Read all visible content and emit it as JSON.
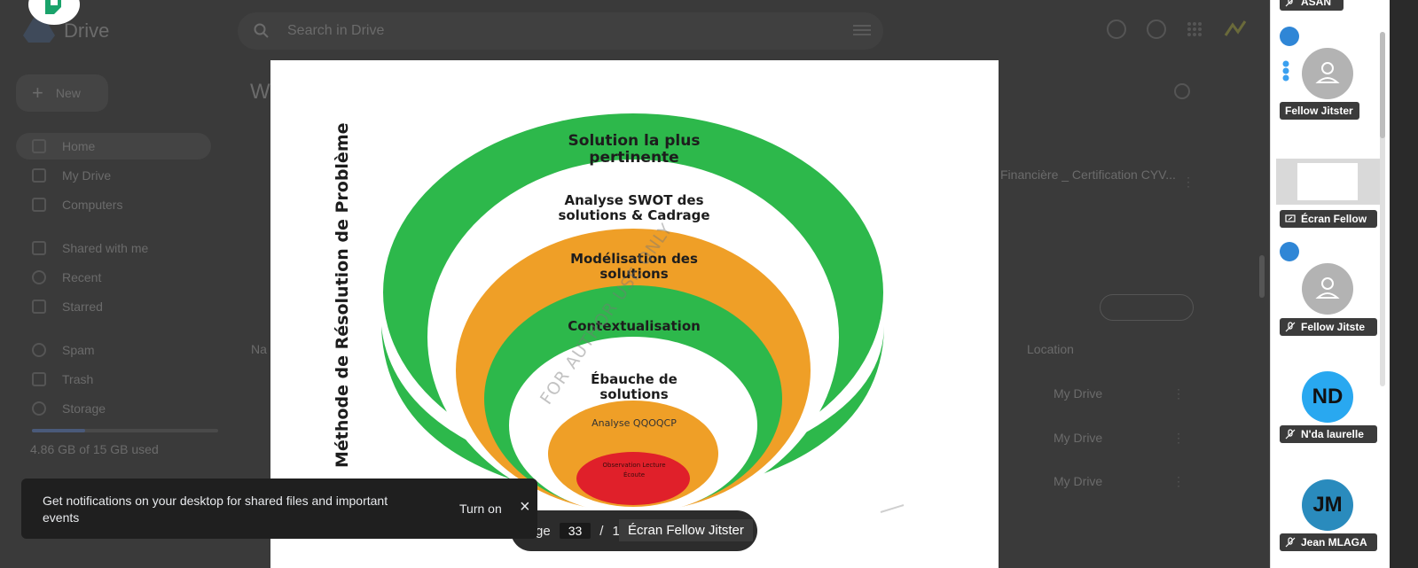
{
  "drive": {
    "brand": "Drive",
    "search_placeholder": "Search in Drive",
    "new_label": "New",
    "nav": [
      "Home",
      "My Drive",
      "Computers",
      "Shared with me",
      "Recent",
      "Starred",
      "Spam",
      "Trash",
      "Storage"
    ],
    "storage_used": "4.86 GB of 15 GB used",
    "partial_heading": "W",
    "partial_name_header": "Na",
    "location_header": "Location",
    "file_title_partial": "Financière _ Certification CYV...",
    "locations": [
      "My Drive",
      "My Drive",
      "My Drive"
    ]
  },
  "document": {
    "vertical_label": "Méthode de Résolution de Problème",
    "watermark": "FOR AUTHOR USE ONLY",
    "rings": [
      {
        "text": "Solution la plus pertinente",
        "color": "#2db84b"
      },
      {
        "text": "Analyse SWOT des solutions & Cadrage",
        "color": "#ffffff"
      },
      {
        "text": "Modélisation des solutions",
        "color": "#ef9f27"
      },
      {
        "text": "Contextualisation",
        "color": "#2db84b"
      },
      {
        "text": "Ébauche de solutions",
        "color": "#ffffff"
      },
      {
        "text": "Analyse QQOQCP",
        "color": "#ef9f27"
      },
      {
        "text": "Observation Lecture Écoute",
        "color": "#e0202a"
      }
    ]
  },
  "pager": {
    "label": "ge",
    "current": "33",
    "separator": "/",
    "total_partial": "17"
  },
  "screen_label": "Écran Fellow Jitster",
  "toast": {
    "message": "Get notifications on your desktop for shared files and important events",
    "action": "Turn on"
  },
  "participants": {
    "top_partial": "ASAN",
    "tiles": [
      {
        "name": "Fellow Jitster"
      },
      {
        "name": "Écran Fellow"
      },
      {
        "name": "Fellow Jitste"
      },
      {
        "initials": "ND",
        "name": "N'da laurelle",
        "color": "#29a8f0"
      },
      {
        "initials": "JM",
        "name": "Jean MLAGA",
        "color": "#2a8bbd"
      }
    ]
  }
}
